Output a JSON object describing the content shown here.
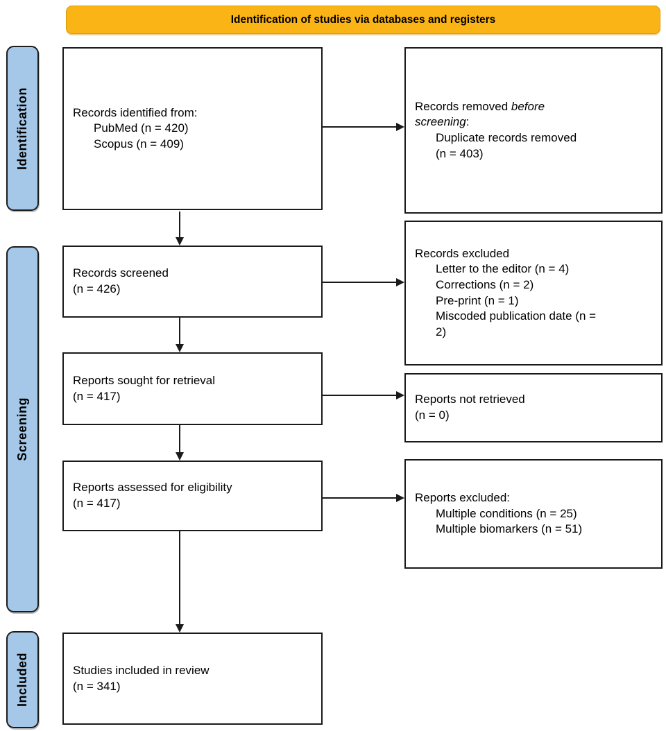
{
  "banner": {
    "title": "Identification of studies via databases and registers"
  },
  "colors": {
    "banner_bg": "#FBB415",
    "banner_border": "#DC9A06",
    "sidebar_bg": "#A5C8E8",
    "line_color": "#1a1a1a",
    "text_color": "#000000"
  },
  "sidebar": {
    "identification": "Identification",
    "screening": "Screening",
    "included": "Included"
  },
  "boxes": {
    "records_identified": {
      "line1": "Records identified from:",
      "line2": "PubMed (n = 420)",
      "line3": "Scopus (n = 409)"
    },
    "records_removed": {
      "line1_pre": "Records removed ",
      "line1_italic": "before",
      "line2_italic": "screening",
      "line2_post": ":",
      "line3": "Duplicate records removed",
      "line4": "(n = 403)"
    },
    "records_screened": {
      "line1": "Records screened",
      "line2": "(n = 426)"
    },
    "records_excluded": {
      "line1": "Records excluded",
      "line2": "Letter to the editor (n = 4)",
      "line3": "Corrections (n = 2)",
      "line4": "Pre-print (n = 1)",
      "line5": "Miscoded publication date (n =",
      "line6": "2)"
    },
    "reports_sought": {
      "line1": "Reports sought for retrieval",
      "line2": "(n = 417)"
    },
    "reports_not_retrieved": {
      "line1": "Reports not retrieved",
      "line2": "(n = 0)"
    },
    "reports_assessed": {
      "line1": "Reports assessed for eligibility",
      "line2": "(n = 417)"
    },
    "reports_excluded": {
      "line1": "Reports excluded:",
      "line2": "Multiple conditions (n = 25)",
      "line3": "Multiple biomarkers (n = 51)"
    },
    "studies_included": {
      "line1": "Studies included in review",
      "line2": "(n = 341)"
    }
  }
}
